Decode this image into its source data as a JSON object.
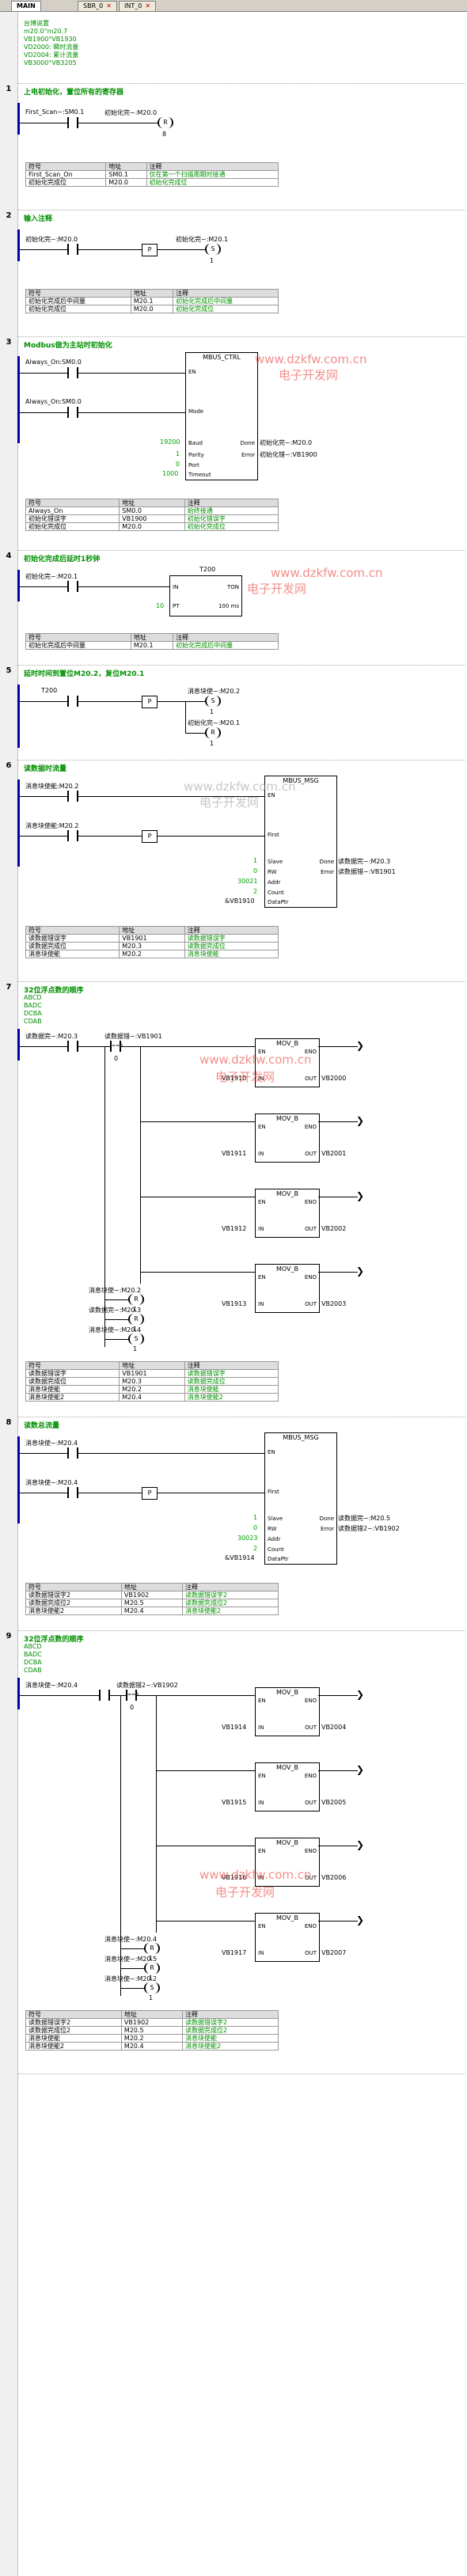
{
  "tabs": [
    {
      "label": "MAIN"
    },
    {
      "label": "SBR_0"
    },
    {
      "label": "INT_0"
    }
  ],
  "program_comment": [
    "台博说置",
    "m20.0°m20.7",
    "VB1900°VB1930",
    "VD2000: 瞬时流量",
    "VD2004: 累计流量",
    "VB3000°VB3205"
  ],
  "watermark": {
    "url": "www.dzkfw.com.cn",
    "text": "电子开发网"
  },
  "networks": [
    {
      "num": "1",
      "title": "上电初始化，置位所有的寄存器",
      "c1": "First_Scan~:SM0.1",
      "c2": "初始化完~:M20.0",
      "coil": "R",
      "n": "8",
      "table": [
        [
          "符号",
          "地址",
          "注释"
        ],
        [
          "First_Scan_On",
          "SM0.1",
          "仅在第一个扫描周期时接通"
        ],
        [
          "初始化完成位",
          "M20.0",
          "初始化完成位"
        ]
      ]
    },
    {
      "num": "2",
      "title": "输入注释",
      "c1": "初始化完~:M20.0",
      "p": "P",
      "c2": "初始化完~:M20.1",
      "coil": "S",
      "n": "1",
      "table": [
        [
          "符号",
          "地址",
          "注释"
        ],
        [
          "初始化完成后中间量",
          "M20.1",
          "初始化完成后中间量"
        ],
        [
          "初始化完成位",
          "M20.0",
          "初始化完成位"
        ]
      ]
    },
    {
      "num": "3",
      "title": "Modbus做为主站时初始化",
      "c1": "Always_On:SM0.0",
      "c2": "Always_On:SM0.0",
      "box": "MBUS_CTRL",
      "pins": {
        "en": "EN",
        "mode": "Mode",
        "baud": "Baud",
        "parity": "Parity",
        "port": "Port",
        "timeout": "Timeout",
        "done": "Done",
        "error": "Error"
      },
      "inputs": {
        "baud": "19200",
        "parity": "1",
        "port": "0",
        "timeout": "1000"
      },
      "outputs": {
        "done": "初始化完~:M20.0",
        "error": "初始化错~:VB1900"
      },
      "table": [
        [
          "符号",
          "地址",
          "注释"
        ],
        [
          "Always_On",
          "SM0.0",
          "始终接通"
        ],
        [
          "初始化错误字",
          "VB1900",
          "初始化错误字"
        ],
        [
          "初始化完成位",
          "M20.0",
          "初始化完成位"
        ]
      ]
    },
    {
      "num": "4",
      "title": "初始化完成后延时1秒钟",
      "c1": "初始化完~:M20.1",
      "box": "T200",
      "pins": {
        "in": "IN",
        "ton": "TON",
        "pt": "PT",
        "ms": "100 ms"
      },
      "pt": "10",
      "table": [
        [
          "符号",
          "地址",
          "注释"
        ],
        [
          "初始化完成后中间量",
          "M20.1",
          "初始化完成后中间量"
        ]
      ]
    },
    {
      "num": "5",
      "title": "延时时间到置位M20.2，复位M20.1",
      "c1": "T200",
      "p": "P",
      "coil1": "消息块使~:M20.2",
      "s": "S",
      "n1": "1",
      "coil2": "初始化完~:M20.1",
      "r": "R",
      "n2": "1"
    },
    {
      "num": "6",
      "title": "读数据时流量",
      "c1": "消息块使能:M20.2",
      "c2": "消息块使能:M20.2",
      "p": "P",
      "box": "MBUS_MSG",
      "pins": {
        "en": "EN",
        "first": "First",
        "slave": "Slave",
        "rw": "RW",
        "addr": "Addr",
        "count": "Count",
        "ptr": "DataPtr",
        "done": "Done",
        "error": "Error"
      },
      "inputs": {
        "slave": "1",
        "rw": "0",
        "addr": "30021",
        "count": "2",
        "ptr": "&VB1910"
      },
      "outputs": {
        "done": "读数据完~:M20.3",
        "error": "读数据错~:VB1901"
      },
      "table": [
        [
          "符号",
          "地址",
          "注释"
        ],
        [
          "读数据错误字",
          "VB1901",
          "读数据错误字"
        ],
        [
          "读数据完成位",
          "M20.3",
          "读数据完成位"
        ],
        [
          "消息块使能",
          "M20.2",
          "消息块使能"
        ]
      ]
    },
    {
      "num": "7",
      "title": "32位浮点数的顺序",
      "comments": [
        "ABCD",
        "BADC",
        "DCBA",
        "CDAB"
      ],
      "c1": "读数据完~:M20.3",
      "c2": "读数据错~:VB1901",
      "cmp": "==B",
      "cv": "0",
      "box": "MOV_B",
      "en": "EN",
      "eno": "ENO",
      "in": "IN",
      "out": "OUT",
      "movs": [
        [
          "VB1910",
          "VB2000"
        ],
        [
          "VB1911",
          "VB2001"
        ],
        [
          "VB1912",
          "VB2002"
        ],
        [
          "VB1913",
          "VB2003"
        ]
      ],
      "coils": [
        [
          "消息块使~:M20.2",
          "R",
          "1"
        ],
        [
          "读数据完~:M20.3",
          "R",
          "1"
        ],
        [
          "消息块使~:M20.4",
          "S",
          "1"
        ]
      ],
      "table": [
        [
          "符号",
          "地址",
          "注释"
        ],
        [
          "读数据错误字",
          "VB1901",
          "读数据错误字"
        ],
        [
          "读数据完成位",
          "M20.3",
          "读数据完成位"
        ],
        [
          "消息块使能",
          "M20.2",
          "消息块使能"
        ],
        [
          "消息块使能2",
          "M20.4",
          "消息块使能2"
        ]
      ]
    },
    {
      "num": "8",
      "title": "读数总流量",
      "c1": "消息块使~:M20.4",
      "c2": "消息块使~:M20.4",
      "p": "P",
      "box": "MBUS_MSG",
      "pins": {
        "en": "EN",
        "first": "First",
        "slave": "Slave",
        "rw": "RW",
        "addr": "Addr",
        "count": "Count",
        "ptr": "DataPtr",
        "done": "Done",
        "error": "Error"
      },
      "inputs": {
        "slave": "1",
        "rw": "0",
        "addr": "30023",
        "count": "2",
        "ptr": "&VB1914"
      },
      "outputs": {
        "done": "读数据完~:M20.5",
        "error": "读数据错2~:VB1902"
      },
      "table": [
        [
          "符号",
          "地址",
          "注释"
        ],
        [
          "读数据错误字2",
          "VB1902",
          "读数据错误字2"
        ],
        [
          "读数据完成位2",
          "M20.5",
          "读数据完成位2"
        ],
        [
          "消息块使能2",
          "M20.4",
          "消息块使能2"
        ]
      ]
    },
    {
      "num": "9",
      "title": "32位浮点数的顺序",
      "comments": [
        "ABCD",
        "BADC",
        "DCBA",
        "CDAB"
      ],
      "c1": "消息块使~:M20.4",
      "c2": "读数据错2~:VB1902",
      "cmp": "==B",
      "cv": "0",
      "box": "MOV_B",
      "en": "EN",
      "eno": "ENO",
      "in": "IN",
      "out": "OUT",
      "movs": [
        [
          "VB1914",
          "VB2004"
        ],
        [
          "VB1915",
          "VB2005"
        ],
        [
          "VB1916",
          "VB2006"
        ],
        [
          "VB1917",
          "VB2007"
        ]
      ],
      "coils": [
        [
          "消息块使~:M20.4",
          "R",
          "1"
        ],
        [
          "消息块使~:M20.5",
          "R",
          "1"
        ],
        [
          "消息块使~:M20.2",
          "S",
          "1"
        ]
      ],
      "table": [
        [
          "符号",
          "地址",
          "注释"
        ],
        [
          "读数据错误字2",
          "VB1902",
          "读数据错误字2"
        ],
        [
          "读数据完成位2",
          "M20.5",
          "读数据完成位2"
        ],
        [
          "消息块使能",
          "M20.2",
          "消息块使能"
        ],
        [
          "消息块使能2",
          "M20.4",
          "消息块使能2"
        ]
      ]
    }
  ]
}
